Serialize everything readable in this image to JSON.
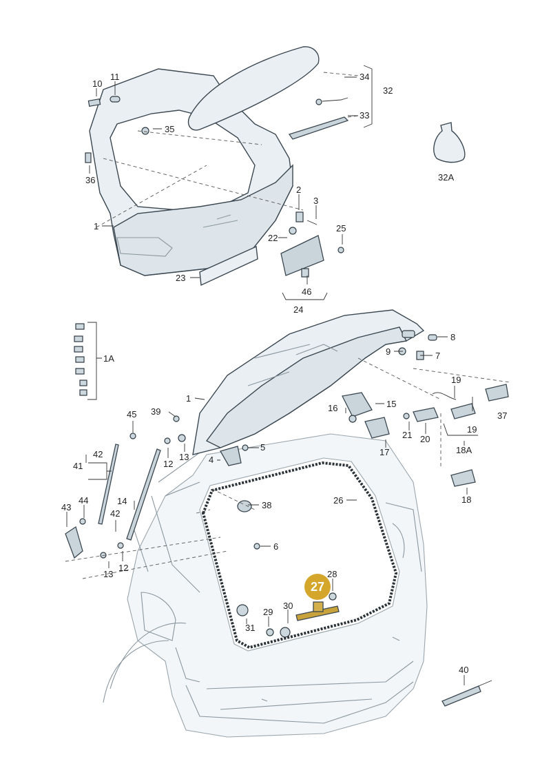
{
  "diagram": {
    "highlight": {
      "label": "27",
      "color": "#d4a72c"
    },
    "callouts": {
      "c1a": "1",
      "c1b": "1",
      "c1A": "1A",
      "c2": "2",
      "c3": "3",
      "c4": "4",
      "c5": "5",
      "c6": "6",
      "c7": "7",
      "c8": "8",
      "c9": "9",
      "c10": "10",
      "c11": "11",
      "c12a": "12",
      "c12b": "12",
      "c13a": "13",
      "c13b": "13",
      "c14": "14",
      "c15": "15",
      "c16": "16",
      "c17": "17",
      "c18": "18",
      "c18A": "18A",
      "c19a": "19",
      "c19b": "19",
      "c20": "20",
      "c21": "21",
      "c22": "22",
      "c23": "23",
      "c24": "24",
      "c25": "25",
      "c26": "26",
      "c28": "28",
      "c29": "29",
      "c30": "30",
      "c31": "31",
      "c32": "32",
      "c32A": "32A",
      "c33": "33",
      "c34": "34",
      "c35": "35",
      "c36": "36",
      "c37": "37",
      "c38": "38",
      "c39": "39",
      "c40": "40",
      "c41": "41",
      "c42a": "42",
      "c42b": "42",
      "c43": "43",
      "c44": "44",
      "c45": "45",
      "c46": "46"
    }
  }
}
